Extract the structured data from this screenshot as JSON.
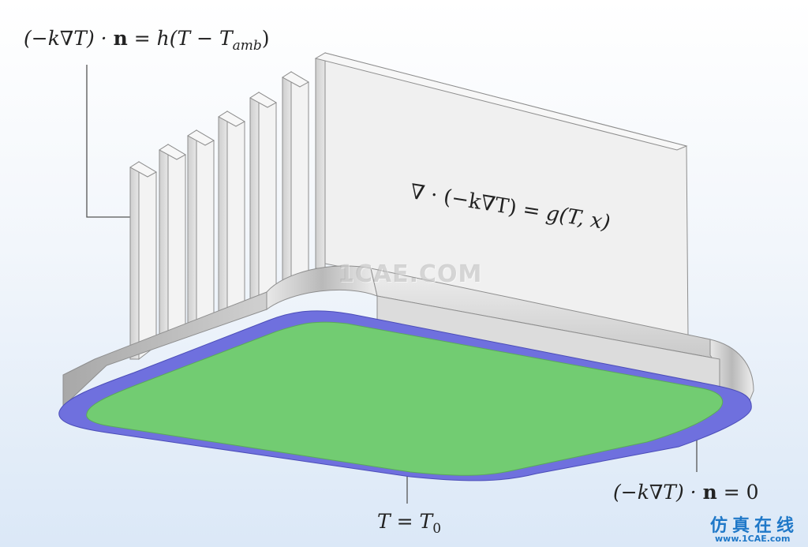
{
  "labels": {
    "volume_eq": {
      "lhs": "∇ · (−k∇T)",
      "eq": " = ",
      "rhs": "g(T, x)"
    },
    "convective_eq": {
      "lhs_open": "(−k∇T) · ",
      "n": "n",
      "eq": " = ",
      "rhs": "h(T − T",
      "sub": "amb",
      "close": ")"
    },
    "insulation_eq": {
      "lhs_open": "(−k∇T) · ",
      "n": "n",
      "eq": " = ",
      "rhs": "0"
    },
    "temperature_eq": {
      "lhs": "T",
      "eq": " = ",
      "rhs": "T",
      "sub": "0"
    }
  },
  "watermark": "1CAE.COM",
  "logo": {
    "text": "仿真在线",
    "url": "www.1CAE.com"
  },
  "colors": {
    "base_face": "#72cc72",
    "base_rim": "#6f70de",
    "metal_light": "#f1f1f1",
    "metal_mid": "#d6d6d6",
    "metal_dark": "#a9a9a9",
    "logo": "#1f78c8"
  }
}
